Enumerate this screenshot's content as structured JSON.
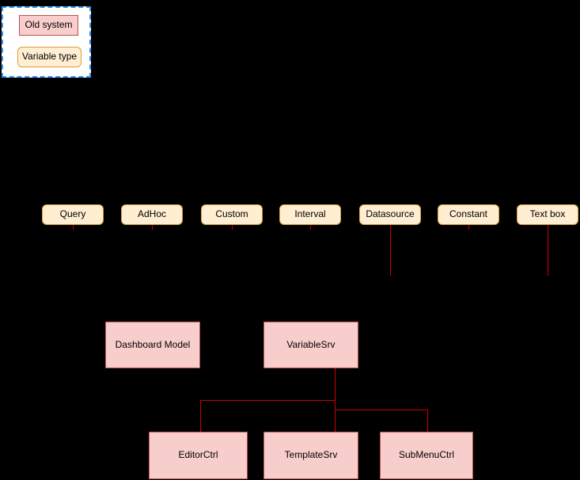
{
  "legend": {
    "items": [
      {
        "label": "Old system"
      },
      {
        "label": "Variable type"
      }
    ]
  },
  "variable_types": [
    {
      "label": "Query"
    },
    {
      "label": "AdHoc"
    },
    {
      "label": "Custom"
    },
    {
      "label": "Interval"
    },
    {
      "label": "Datasource"
    },
    {
      "label": "Constant"
    },
    {
      "label": "Text box"
    }
  ],
  "components": [
    {
      "label": "Dashboard Model"
    },
    {
      "label": "VariableSrv"
    },
    {
      "label": "EditorCtrl"
    },
    {
      "label": "TemplateSrv"
    },
    {
      "label": "SubMenuCtrl"
    }
  ],
  "colors": {
    "background": "#000000",
    "old_fill": "#f8cecc",
    "old_stroke": "#b85450",
    "variable_fill": "#ffeed2",
    "variable_stroke": "#d6a23f",
    "connector": "#cc0000",
    "legend_border": "#2e9bff",
    "legend_bg": "#ffffff"
  }
}
